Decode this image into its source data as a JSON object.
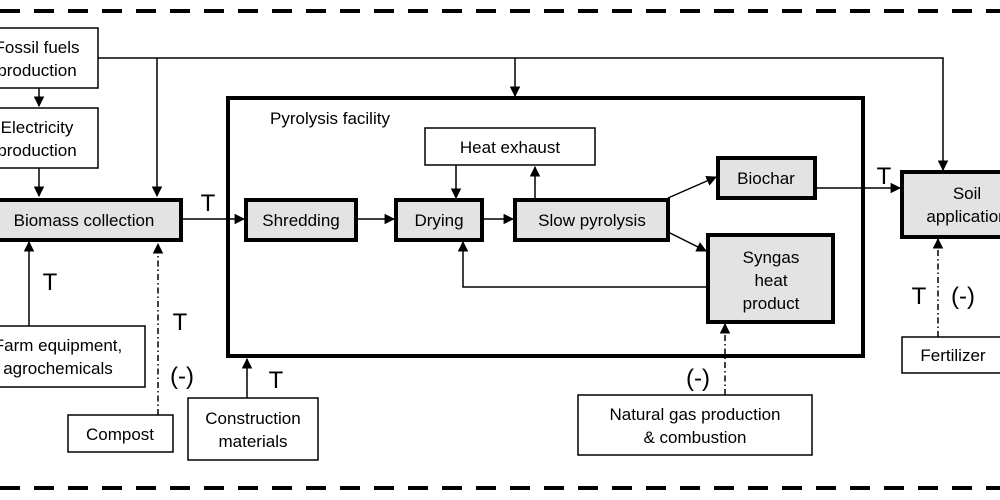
{
  "boundary": {
    "style": "dashed"
  },
  "facility": {
    "label": "Pyrolysis facility"
  },
  "nodes": {
    "fossil": [
      "Fossil fuels",
      "production"
    ],
    "electricity": [
      "Electricity",
      "production"
    ],
    "biomass": "Biomass collection",
    "farm": [
      "Farm equipment,",
      "agrochemicals"
    ],
    "compost": "Compost",
    "construction": [
      "Construction",
      "materials"
    ],
    "shredding": "Shredding",
    "drying": "Drying",
    "pyrolysis": "Slow pyrolysis",
    "heat_exhaust": "Heat exhaust",
    "biochar": "Biochar",
    "syngas": [
      "Syngas",
      "heat",
      "product"
    ],
    "natural_gas": [
      "Natural gas production",
      "& combustion"
    ],
    "soil": [
      "Soil",
      "application"
    ],
    "fertilizer": "Fertilizer"
  },
  "edge_labels": {
    "t": "T",
    "neg": "(-)"
  }
}
